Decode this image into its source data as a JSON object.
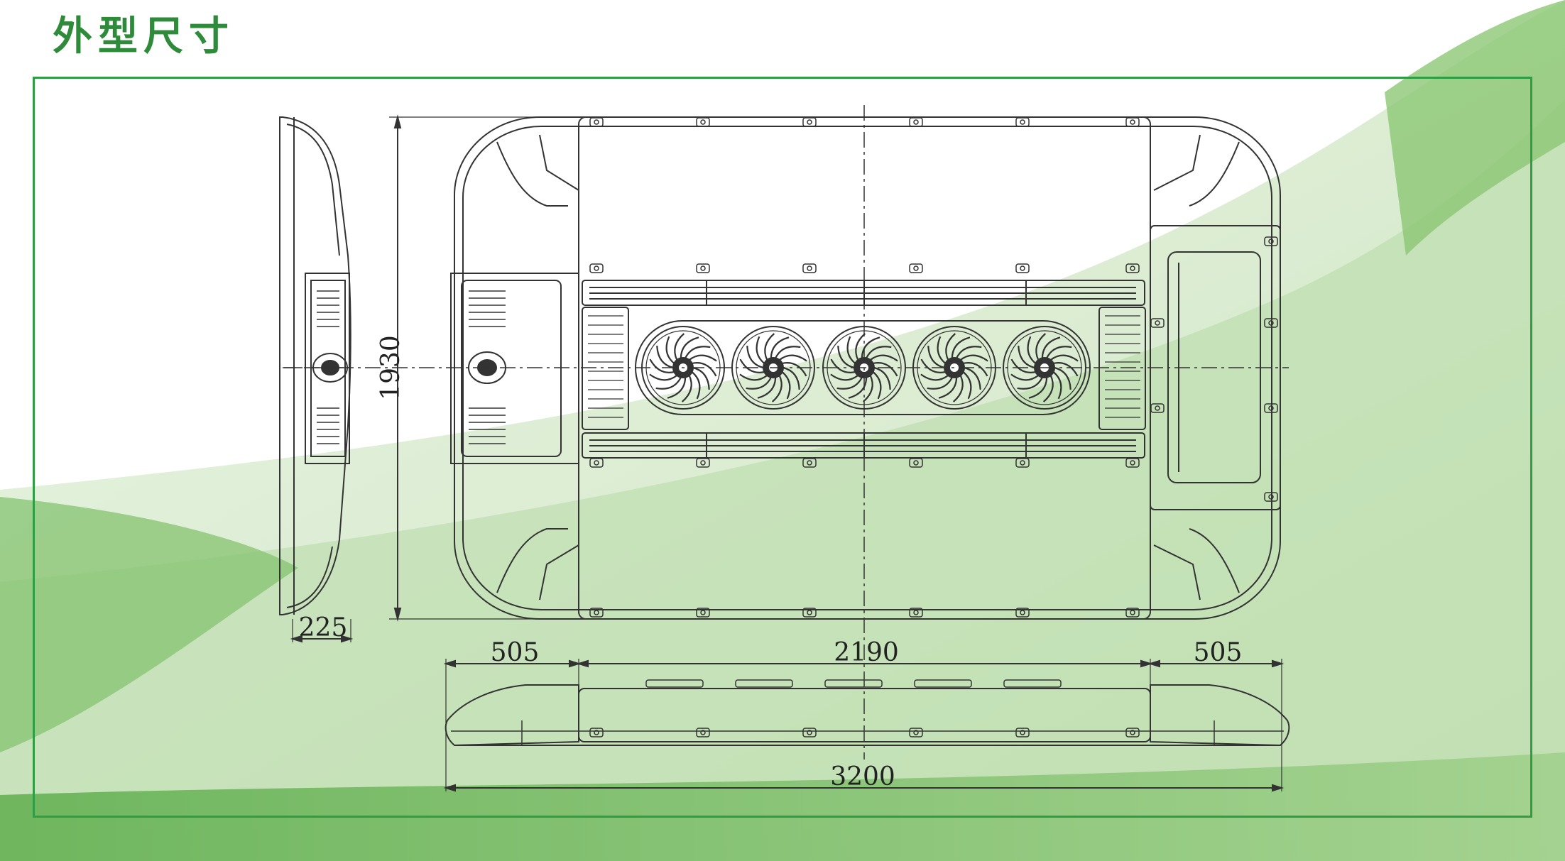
{
  "page": {
    "title": "外型尺寸"
  },
  "colors": {
    "accent": "#2e9d44",
    "title": "#2e8b3a",
    "line": "#333333"
  },
  "dimensions": {
    "height": "1930",
    "side_depth": "225",
    "left_section": "505",
    "center_section": "2190",
    "right_section": "505",
    "total_length": "3200"
  }
}
